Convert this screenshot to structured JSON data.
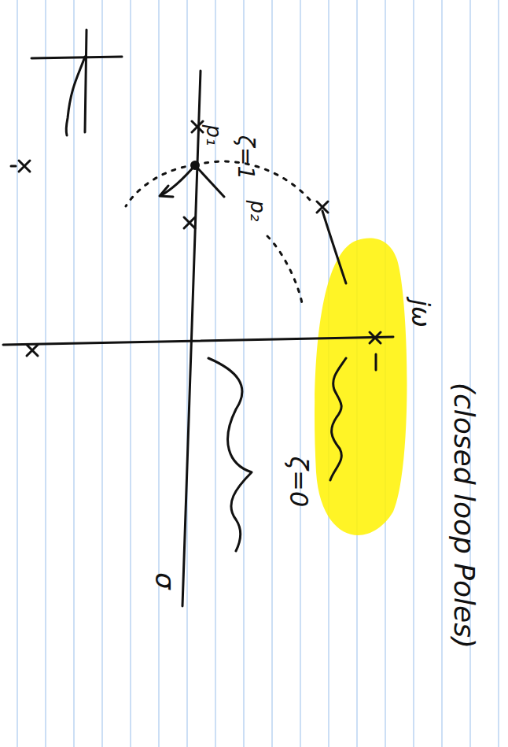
{
  "diagram": {
    "labels": [
      "p₁",
      "ζ=1",
      "p₂",
      "jω",
      "ζ=0",
      "σ",
      "(closed loop Poles)"
    ]
  }
}
